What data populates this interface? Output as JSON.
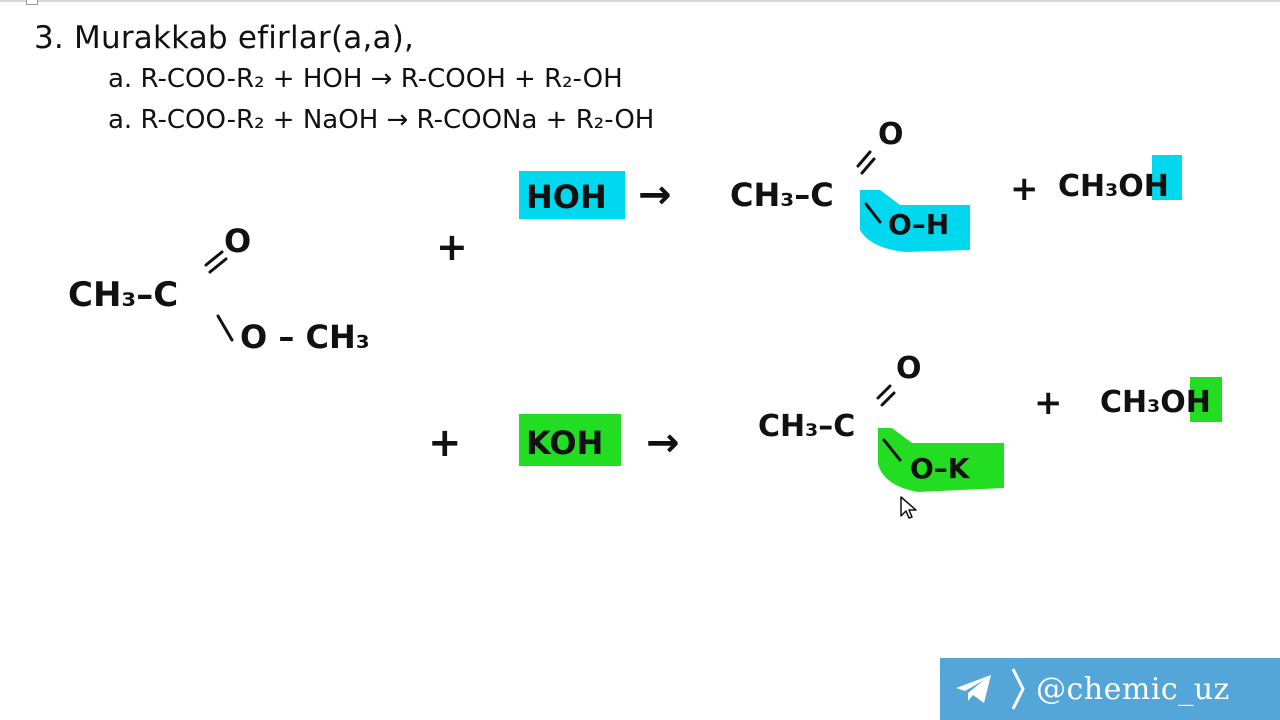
{
  "lesson": {
    "heading": "3. Murakkab efirlar(a,a),",
    "equation_hydrolysis": "a. R-COO-R₂ + HOH  →  R-COOH + R₂-OH",
    "equation_saponification": "a. R-COO-R₂ + NaOH  →  R-COONa + R₂-OH"
  },
  "handwriting": {
    "ester_carbonyl_o": "O",
    "ester_left": "CH₃–C",
    "ester_right": "O – CH₃",
    "plus_top": "+",
    "reagent_top": "HOH",
    "arrow_top": "→",
    "product_top_chain": "CH₃–C",
    "product_top_o": "O",
    "product_top_group": "O–H",
    "plus_top_2": "+",
    "alcohol_top": "CH₃OH",
    "plus_bottom": "+",
    "reagent_bottom": "KOH",
    "arrow_bottom": "→",
    "product_bottom_chain": "CH₃–C",
    "product_bottom_o": "O",
    "product_bottom_group": "O–K",
    "plus_bottom_2": "+",
    "alcohol_bottom": "CH₃OH"
  },
  "colors": {
    "highlight_cyan": "#00d8f0",
    "highlight_green": "#22dd22",
    "brand_blue": "#55a6d8"
  },
  "brand": {
    "icon": "telegram-icon",
    "handle": "@chemic_uz"
  }
}
